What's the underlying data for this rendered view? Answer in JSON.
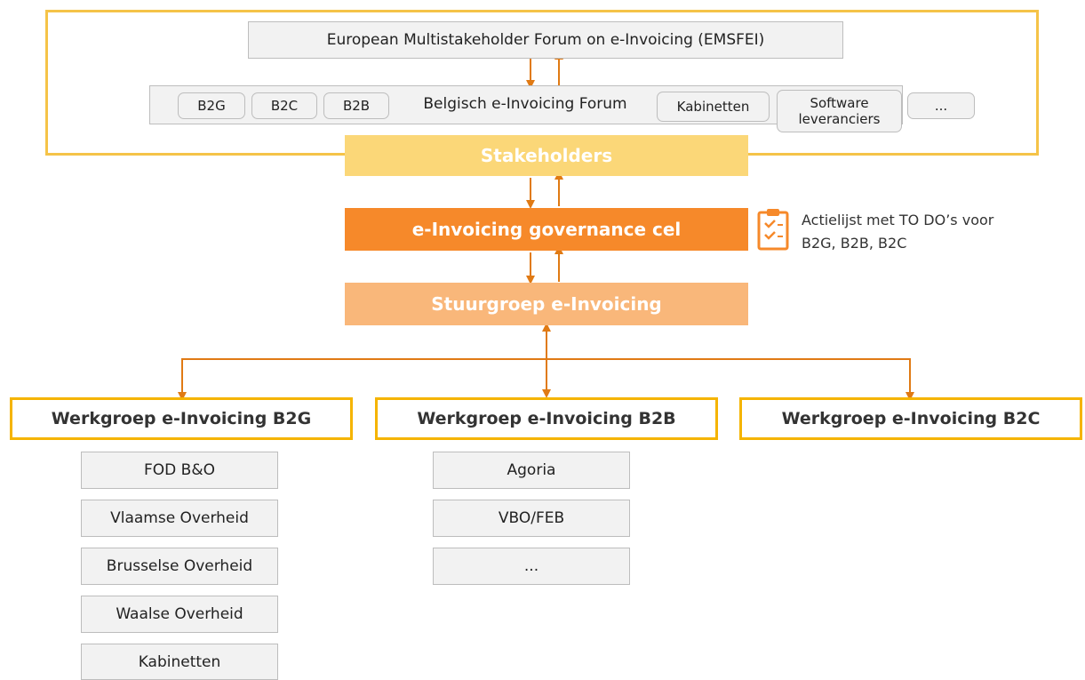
{
  "forum": {
    "emsfei": "European Multistakeholder Forum on e-Invoicing (EMSFEI)",
    "belgian_forum": "Belgisch e-Invoicing Forum",
    "left_pills": [
      "B2G",
      "B2C",
      "B2B"
    ],
    "kabinetten": "Kabinetten",
    "software_line1": "Software",
    "software_line2": "leveranciers",
    "more": "..."
  },
  "hierarchy": {
    "stakeholders": "Stakeholders",
    "governance_cel": "e-Invoicing governance cel",
    "stuurgroep": "Stuurgroep e-Invoicing"
  },
  "action_note": {
    "line1": "Actielijst met TO DO’s voor",
    "line2": "B2G, B2B, B2C",
    "icon": "clipboard-checklist-icon"
  },
  "workgroups": {
    "b2g": {
      "title": "Werkgroep e-Invoicing B2G",
      "members": [
        "FOD B&O",
        "Vlaamse Overheid",
        "Brusselse Overheid",
        "Waalse Overheid",
        "Kabinetten"
      ]
    },
    "b2b": {
      "title": "Werkgroep e-Invoicing B2B",
      "members": [
        "Agoria",
        "VBO/FEB",
        "..."
      ]
    },
    "b2c": {
      "title": "Werkgroep e-Invoicing B2C"
    }
  },
  "colors": {
    "stakeholders_band": "#fbd778",
    "governance_band": "#f6892a",
    "stuurgroep_band": "#f9b77a",
    "arrow": "#e07a14",
    "frame": "#f5c348"
  }
}
